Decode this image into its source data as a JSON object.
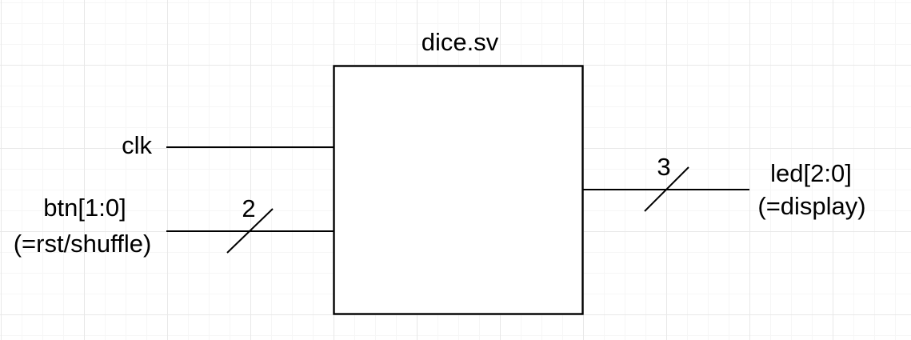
{
  "module": {
    "name": "dice.sv"
  },
  "ports": {
    "inputs": [
      {
        "name": "clk"
      },
      {
        "name": "btn[1:0]",
        "alias": "(=rst/shuffle)",
        "bus_width": "2"
      }
    ],
    "outputs": [
      {
        "name": "led[2:0]",
        "alias": "(=display)",
        "bus_width": "3"
      }
    ]
  },
  "colors": {
    "stroke": "#000000",
    "text": "#000000",
    "shape_fill": "#ffffff",
    "grid_minor": "#f6f6f6",
    "grid_major": "#e8e8e8",
    "background": "#ffffff"
  }
}
